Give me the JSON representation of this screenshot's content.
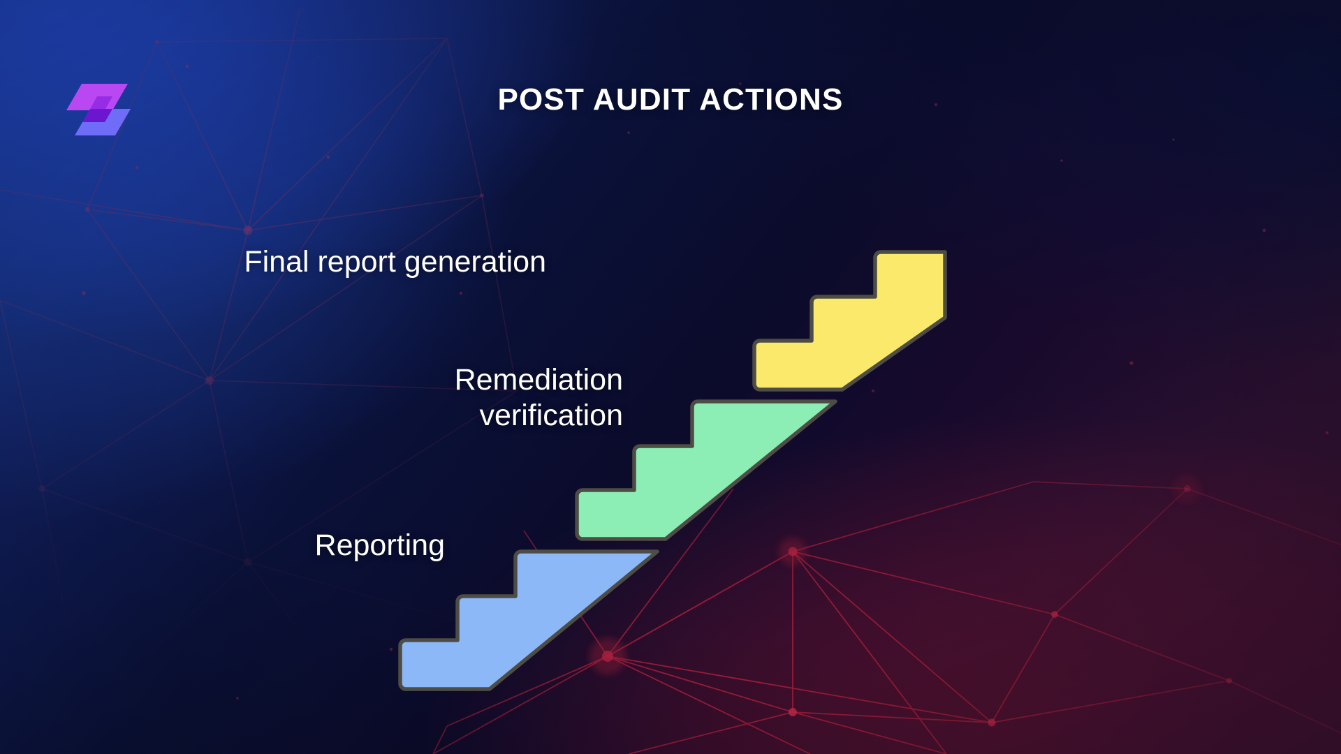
{
  "slide": {
    "title": "POST AUDIT ACTIONS",
    "logo_name": "chevron-logo"
  },
  "theme": {
    "background_top_left": "#1b3fae",
    "background_mid": "#0b0b2b",
    "background_bottom_right": "#2a0f2c",
    "network_line_color": "#8c2340",
    "network_node_color": "#a72b4a",
    "text_color": "#ffffff",
    "stair_stroke": "#4d4d45",
    "logo_light_purple": "#b446ee",
    "logo_mid_purple": "#7b4bf5",
    "logo_dark_purple": "#6a11c7",
    "logo_periwinkle": "#6f6cf8"
  },
  "diagram": {
    "name": "post-audit-actions-staircase",
    "steps": [
      {
        "id": "reporting",
        "label": "Reporting",
        "color": "#8db8f8",
        "order": 1,
        "multiline": false
      },
      {
        "id": "remediation-verification",
        "label": "Remediation\nverification",
        "color": "#8ceeb5",
        "order": 2,
        "multiline": true
      },
      {
        "id": "final-report-generation",
        "label": "Final report generation",
        "color": "#fae96b",
        "order": 3,
        "multiline": false
      }
    ]
  }
}
